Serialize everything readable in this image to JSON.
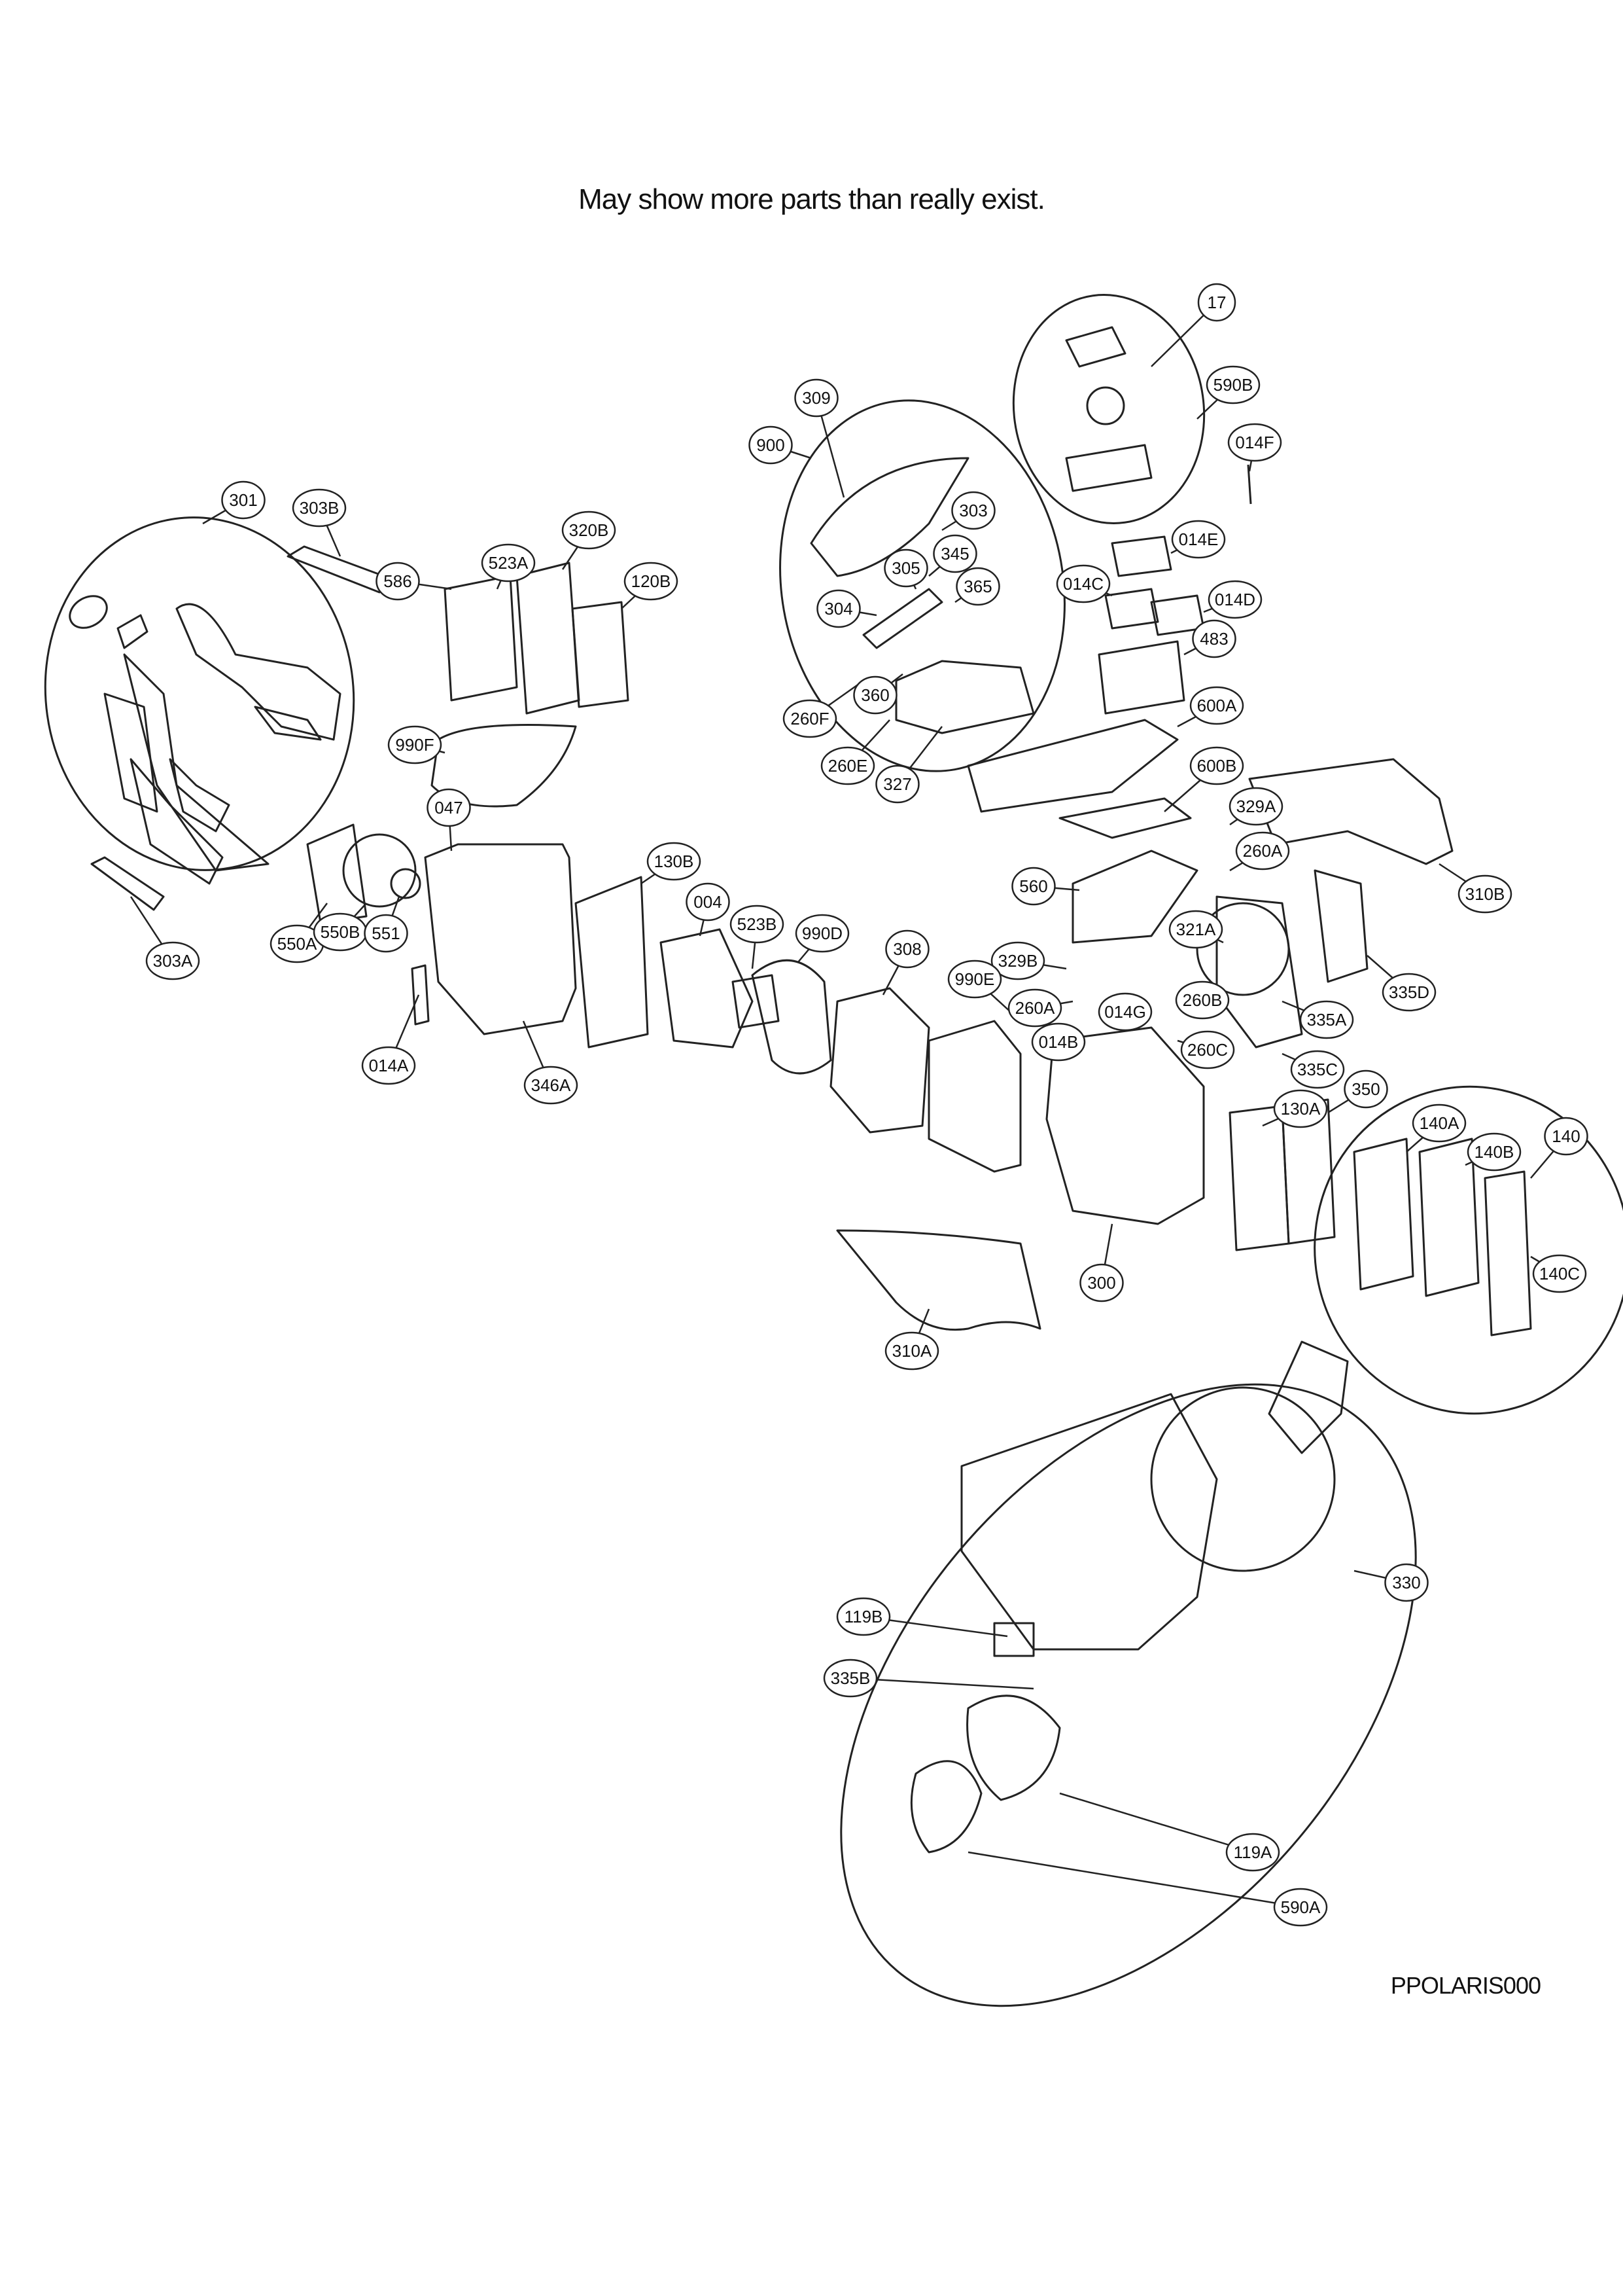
{
  "header_note": "May show more parts than really exist.",
  "diagram_code": "PPOLARIS000",
  "callouts": [
    "17",
    "590B",
    "014F",
    "309",
    "900",
    "303",
    "345",
    "305",
    "365",
    "304",
    "360",
    "260F",
    "260E",
    "327",
    "014E",
    "014C",
    "014D",
    "483",
    "600A",
    "600B",
    "301",
    "303B",
    "586",
    "523A",
    "320B",
    "120B",
    "990F",
    "303A",
    "047",
    "130B",
    "004",
    "523B",
    "990D",
    "308",
    "550A",
    "550B",
    "551",
    "014A",
    "346A",
    "560",
    "329A",
    "260A",
    "310B",
    "321A",
    "329B",
    "260A",
    "014G",
    "260B",
    "335D",
    "990E",
    "014B",
    "260C",
    "335A",
    "335C",
    "130A",
    "350",
    "140A",
    "140B",
    "140",
    "140C",
    "300",
    "310A",
    "330",
    "119B",
    "335B",
    "119A",
    "590A"
  ],
  "icons": [
    "ellipse-group-outline",
    "leader-line",
    "callout-circle",
    "part-outline"
  ]
}
